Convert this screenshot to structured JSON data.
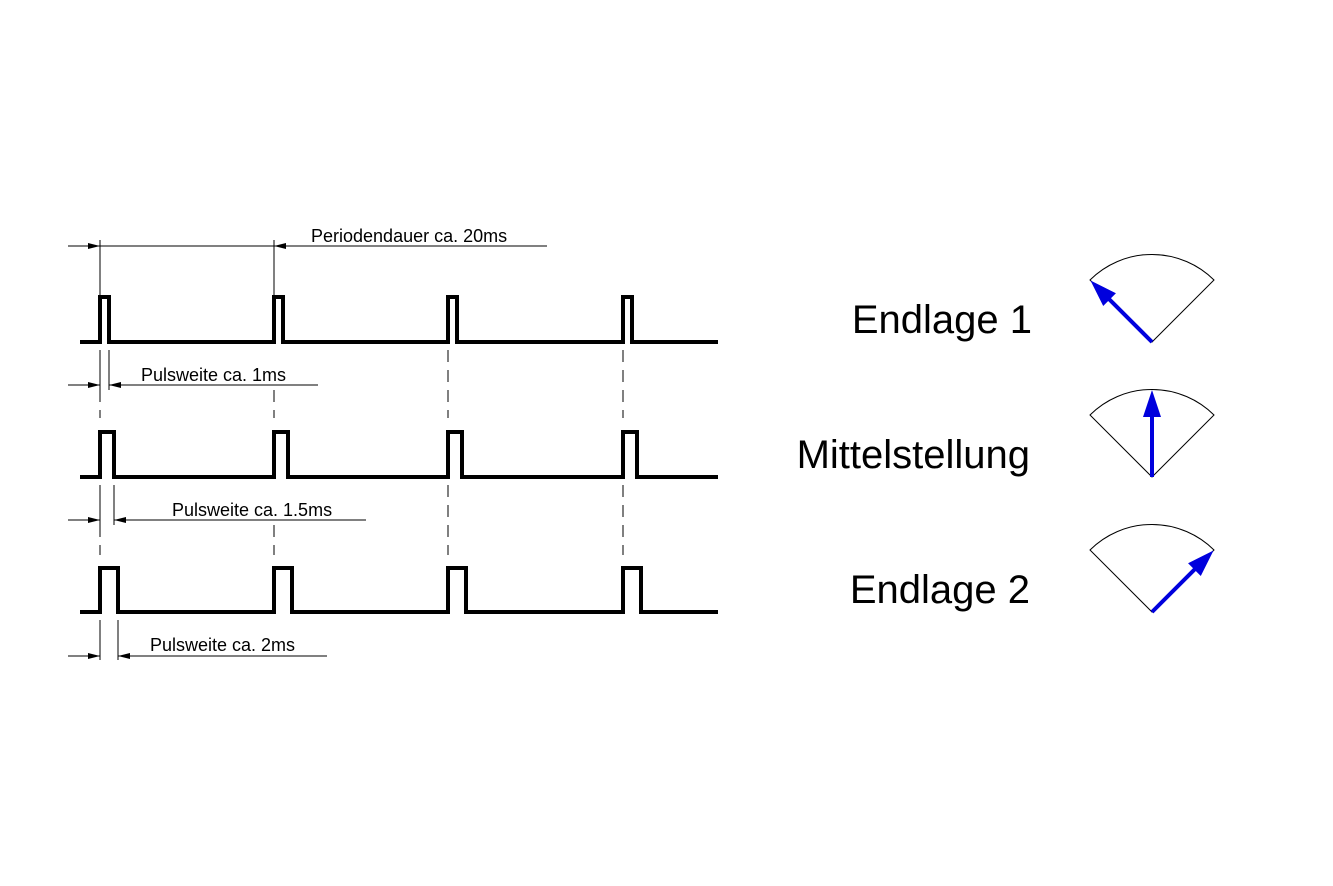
{
  "labels": {
    "period": "Periodendauer ca. 20ms",
    "pulse_1": "Pulsweite ca. 1ms",
    "pulse_2": "Pulsweite ca. 1.5ms",
    "pulse_3": "Pulsweite ca. 2ms"
  },
  "positions": [
    {
      "label": "Endlage 1",
      "pointer_angle_deg": -45
    },
    {
      "label": "Mittelstellung",
      "pointer_angle_deg": 0
    },
    {
      "label": "Endlage 2",
      "pointer_angle_deg": 45
    }
  ],
  "colors": {
    "signal": "#000000",
    "pointer": "#0000dd"
  }
}
